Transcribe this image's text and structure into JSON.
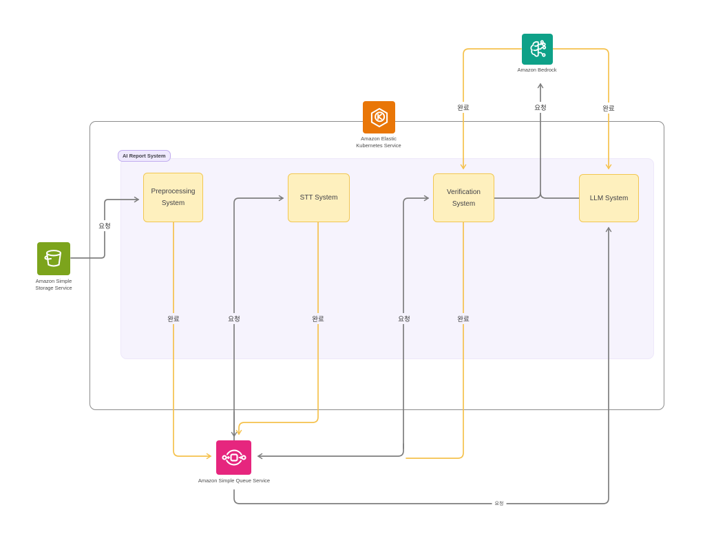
{
  "diagram": {
    "group_label": "AI Report System",
    "systems": [
      {
        "id": "preprocessing",
        "label": "Preprocessing System"
      },
      {
        "id": "stt",
        "label": "STT System"
      },
      {
        "id": "verification",
        "label": "Verification System"
      },
      {
        "id": "llm",
        "label": "LLM System"
      }
    ],
    "services": [
      {
        "id": "s3",
        "label": "Amazon Simple Storage Service",
        "icon": "s3-bucket-icon",
        "color": "#7CA41C"
      },
      {
        "id": "eks",
        "label": "Amazon Elastic Kubernetes Service",
        "icon": "eks-hexagon-icon",
        "color": "#E97607"
      },
      {
        "id": "bedrock",
        "label": "Amazon Bedrock",
        "icon": "bedrock-brain-circuit-icon",
        "color": "#0EA188"
      },
      {
        "id": "sqs",
        "label": "Amazon Simple Queue Service",
        "icon": "sqs-queue-icon",
        "color": "#E6267E"
      }
    ],
    "edges": [
      {
        "from": "Amazon Simple Storage Service",
        "to": "Preprocessing System",
        "label": "요청",
        "color": "gray"
      },
      {
        "from": "Preprocessing System",
        "to": "Amazon Simple Queue Service",
        "label": "완료",
        "color": "yellow"
      },
      {
        "from": "Amazon Simple Queue Service",
        "to": "STT System",
        "label": "요청",
        "color": "gray"
      },
      {
        "from": "STT System",
        "to": "Amazon Simple Queue Service",
        "label": "완료",
        "color": "yellow"
      },
      {
        "from": "Amazon Simple Queue Service",
        "to": "Verification System",
        "label": "요청",
        "color": "gray"
      },
      {
        "from": "Verification System",
        "to": "Amazon Simple Queue Service",
        "label": "완료",
        "color": "yellow"
      },
      {
        "from": "Verification System",
        "to": "LLM System",
        "label": "",
        "color": "gray"
      },
      {
        "from": "Verification System / LLM System",
        "to": "Amazon Bedrock",
        "label": "요청",
        "color": "gray"
      },
      {
        "from": "Amazon Bedrock",
        "to": "Verification System",
        "label": "완료",
        "color": "yellow"
      },
      {
        "from": "Amazon Bedrock",
        "to": "LLM System",
        "label": "완료",
        "color": "yellow"
      },
      {
        "from": "Amazon Simple Queue Service",
        "to": "LLM System",
        "label": "요청",
        "color": "gray"
      }
    ],
    "colors": {
      "flow_request_gray": "#7D7D7D",
      "flow_complete_yellow": "#F5C14B",
      "system_fill": "#FEF0BE",
      "system_border": "#F2C64F",
      "group_fill": "#F6F3FD",
      "group_tag_border": "#C0ABEF",
      "outer_border": "#8A8A8A"
    }
  }
}
